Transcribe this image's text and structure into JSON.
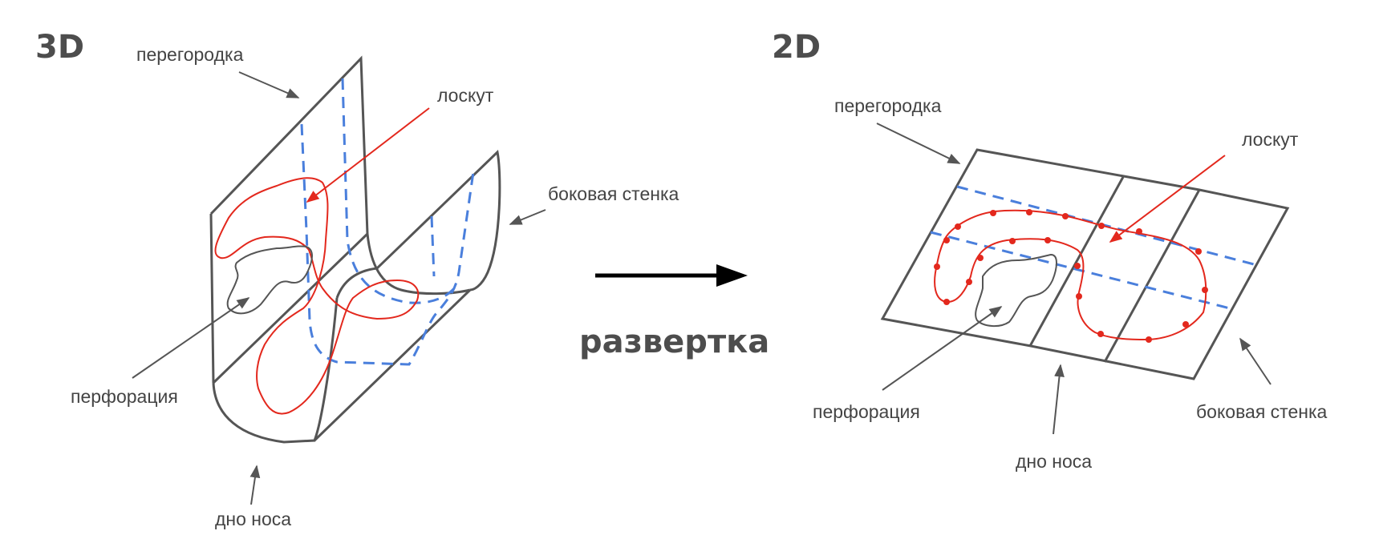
{
  "left_panel": {
    "heading": "3D",
    "labels": {
      "septum": "перегородка",
      "flap": "лоскут",
      "side_wall": "боковая стенка",
      "perforation": "перфорация",
      "nasal_floor": "дно носа"
    }
  },
  "transition": {
    "label": "развертка"
  },
  "right_panel": {
    "heading": "2D",
    "labels": {
      "septum": "перегородка",
      "flap": "лоскут",
      "side_wall": "боковая стенка",
      "perforation": "перфорация",
      "nasal_floor": "дно носа"
    }
  },
  "colors": {
    "outline": "#555555",
    "flap": "#e3281d",
    "cut_line": "#4a7fdc",
    "text": "#444444",
    "arrow": "#000000"
  }
}
